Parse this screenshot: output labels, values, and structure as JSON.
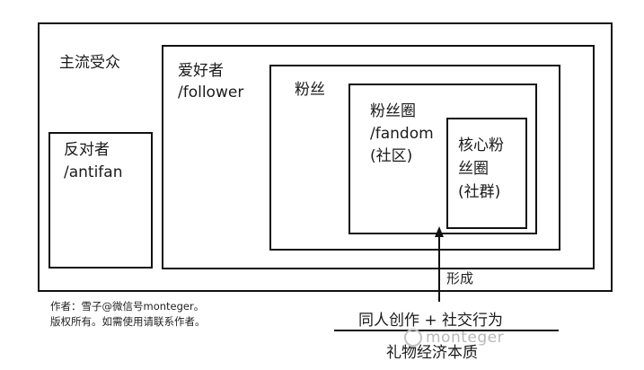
{
  "mainstream": {
    "label": "主流受众"
  },
  "antifan": {
    "line1": "反对者",
    "line2": "/antifan"
  },
  "follower": {
    "line1": "爱好者",
    "line2": "/follower"
  },
  "fans": {
    "label": "粉丝"
  },
  "fandom": {
    "line1": "粉丝圈",
    "line2": "/fandom",
    "line3": "(社区)"
  },
  "core": {
    "line1": "核心粉",
    "line2": "丝圈",
    "line3": "(社群)"
  },
  "arrow_label": "形成",
  "formula": {
    "top": "同人创作 + 社交行为",
    "bottom": "礼物经济本质"
  },
  "credit": {
    "line1": "作者：雪子@微信号monteger。",
    "line2": "版权所有。如需使用请联系作者。"
  },
  "watermark": {
    "text": "monteger"
  }
}
